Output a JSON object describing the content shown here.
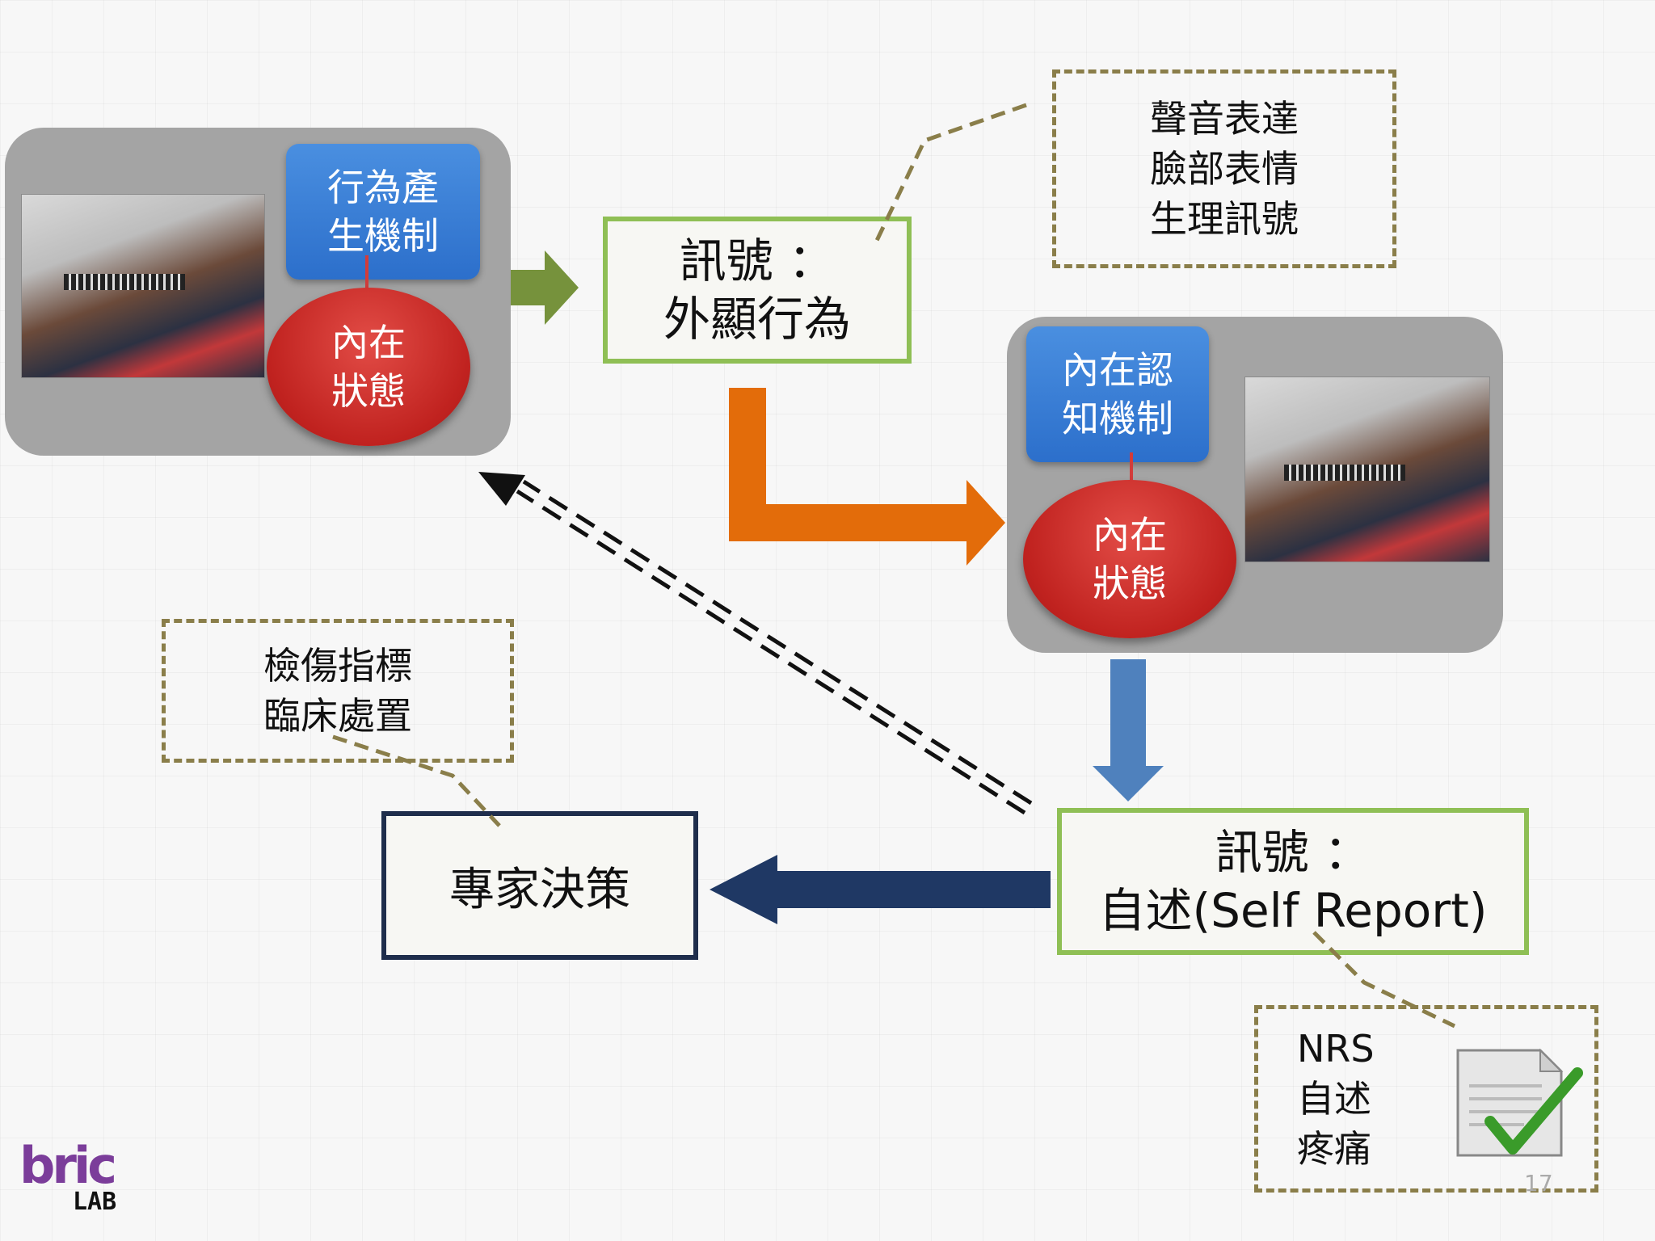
{
  "left_group": {
    "mechanism_label": [
      "行為產",
      "生機制"
    ],
    "state_label": [
      "內在",
      "狀態"
    ]
  },
  "right_group": {
    "mechanism_label": [
      "內在認",
      "知機制"
    ],
    "state_label": [
      "內在",
      "狀態"
    ]
  },
  "signal_behavior": [
    "訊號 ：",
    "外顯行為"
  ],
  "signal_behavior_examples": [
    "聲音表達",
    "臉部表情",
    "生理訊號"
  ],
  "signal_self_report": [
    "訊號 ：",
    "自述(Self Report)"
  ],
  "self_report_examples": [
    "NRS",
    "自述",
    "疼痛"
  ],
  "expert_decision": "專家決策",
  "expert_examples": [
    "檢傷指標",
    "臨床處置"
  ],
  "logo": {
    "top": "bric",
    "bottom": "LAB"
  },
  "page_number": "17",
  "colors": {
    "green_arrow": "#76923c",
    "orange_arrow": "#e36c0a",
    "blue_arrow": "#4f81bd",
    "navy_arrow": "#1f3864",
    "dashed_line": "#8a7e4a"
  }
}
